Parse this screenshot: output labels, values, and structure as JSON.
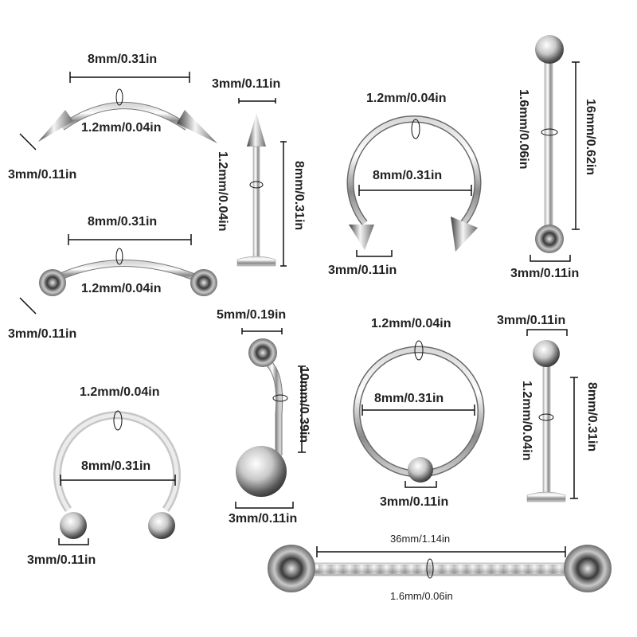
{
  "products": {
    "spike_eyebrow": {
      "length": "8mm/0.31in",
      "gauge": "1.2mm/0.04in",
      "ball": "3mm/0.11in"
    },
    "spike_labret": {
      "ball": "3mm/0.11in",
      "gauge": "1.2mm/0.04in",
      "length": "8mm/0.31in"
    },
    "spike_horseshoe": {
      "gauge": "1.2mm/0.04in",
      "diameter": "8mm/0.31in",
      "ball": "3mm/0.11in"
    },
    "industrial_small": {
      "gauge": "1.6mm/0.06in",
      "length": "16mm/0.62in",
      "ball": "3mm/0.11in"
    },
    "ball_eyebrow": {
      "length": "8mm/0.31in",
      "gauge": "1.2mm/0.04in",
      "ball": "3mm/0.11in"
    },
    "belly_ring": {
      "top_ball": "5mm/0.19in",
      "length": "10mm/0.39in",
      "bottom_ball": "3mm/0.11in"
    },
    "captive_ring": {
      "gauge": "1.2mm/0.04in",
      "diameter": "8mm/0.31in",
      "ball": "3mm/0.11in"
    },
    "ball_labret": {
      "ball": "3mm/0.11in",
      "gauge": "1.2mm/0.04in",
      "length": "8mm/0.31in"
    },
    "ball_horseshoe": {
      "gauge": "1.2mm/0.04in",
      "diameter": "8mm/0.31in",
      "ball": "3mm/0.11in"
    },
    "industrial_long": {
      "length": "36mm/1.14in",
      "gauge": "1.6mm/0.06in"
    }
  },
  "colors": {
    "steel_light": "#f2f2f2",
    "steel_dark": "#4a4a4a",
    "dim_line": "#111111",
    "label": "#222222"
  }
}
